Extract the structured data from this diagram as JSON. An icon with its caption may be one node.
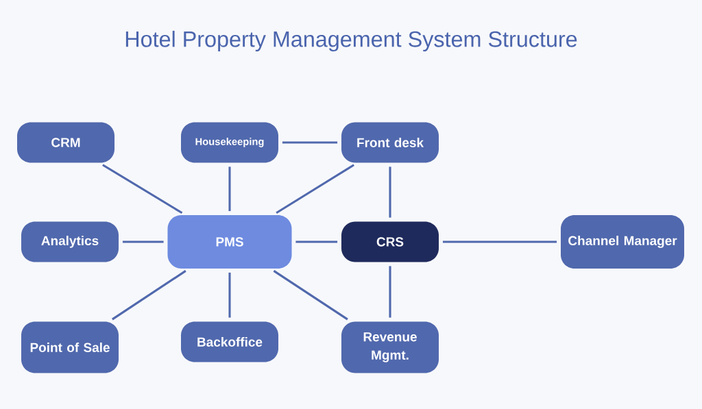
{
  "diagram": {
    "title": "Hotel Property Management System Structure",
    "nodes": [
      {
        "text": [
          "CRM"
        ]
      },
      {
        "text": [
          "Housekeeping"
        ]
      },
      {
        "text": [
          "Front desk"
        ]
      },
      {
        "text": [
          "Analytics"
        ]
      },
      {
        "text": [
          "PMS"
        ]
      },
      {
        "text": [
          "CRS"
        ]
      },
      {
        "text": [
          "Channel Manager"
        ]
      },
      {
        "text": [
          "Point of Sale"
        ]
      },
      {
        "text": [
          "Backoffice"
        ]
      },
      {
        "text": [
          "Revenue Mgmt."
        ]
      }
    ],
    "edges": [
      {
        "from": 0,
        "to": 4,
        "arrow": "none"
      },
      {
        "from": 1,
        "to": 4,
        "arrow": "none"
      },
      {
        "from": 1,
        "to": 2,
        "arrow": "none"
      },
      {
        "from": 2,
        "to": 4,
        "arrow": "none"
      },
      {
        "from": 2,
        "to": 5,
        "arrow": "none"
      },
      {
        "from": 3,
        "to": 4,
        "arrow": "none"
      },
      {
        "from": 4,
        "to": 5,
        "arrow": "none"
      },
      {
        "from": 5,
        "to": 6,
        "arrow": "none"
      },
      {
        "from": 4,
        "to": 7,
        "arrow": "none"
      },
      {
        "from": 4,
        "to": 8,
        "arrow": "none"
      },
      {
        "from": 4,
        "to": 9,
        "arrow": "none"
      },
      {
        "from": 5,
        "to": 9,
        "arrow": "none"
      }
    ]
  }
}
